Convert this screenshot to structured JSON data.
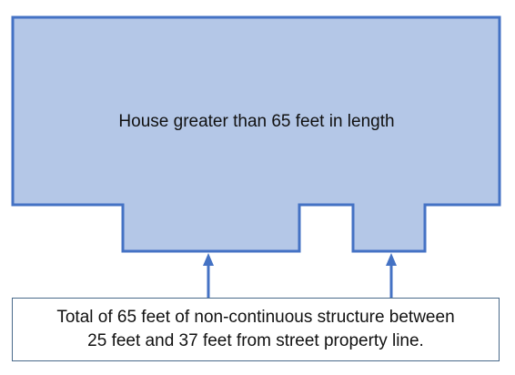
{
  "house": {
    "label": "House greater than 65 feet in length",
    "fill_color": "#b4c7e7",
    "outline_color": "#4472c4"
  },
  "note": {
    "line1": "Total of 65 feet of non-continuous structure between",
    "line2": "25 feet and 37 feet from street property line.",
    "border_color": "#4a6a8a"
  },
  "arrows": {
    "color": "#4472c4",
    "count": 2
  }
}
